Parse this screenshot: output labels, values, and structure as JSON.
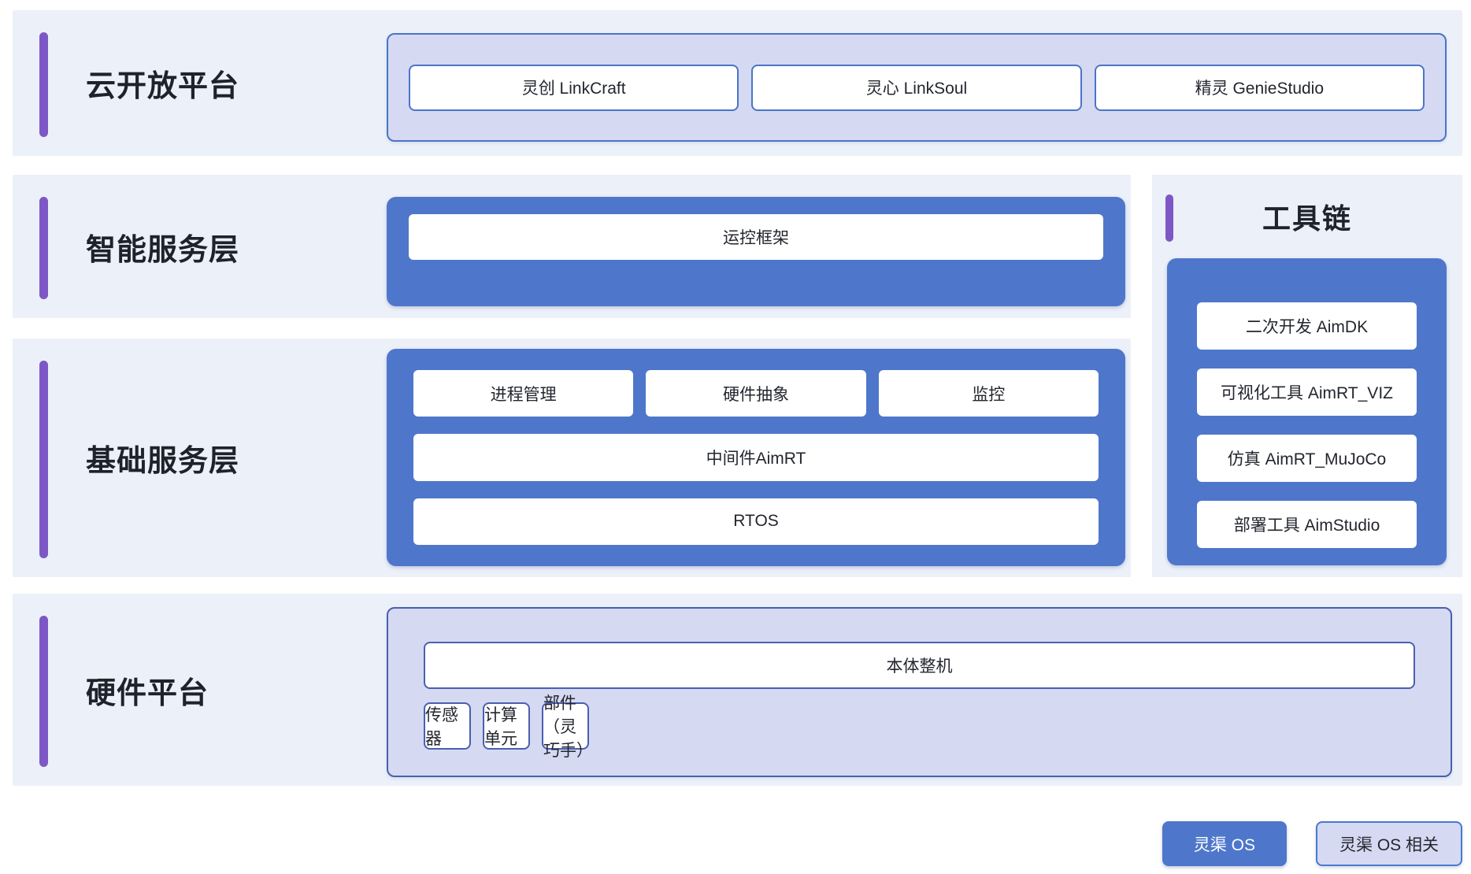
{
  "colors": {
    "panel_bg": "#ECF0F9",
    "accent_purple": "#7E57C6",
    "solid_blue": "#4E77CB",
    "lavender": "#D5DAF2",
    "border_blue": "#4A74C9",
    "border_indigo": "#4B5FAF"
  },
  "sections": {
    "cloud": {
      "title": "云开放平台",
      "items": [
        "灵创 LinkCraft",
        "灵心 LinkSoul",
        "精灵 GenieStudio"
      ]
    },
    "intelligent": {
      "title": "智能服务层",
      "items": [
        "运控框架"
      ]
    },
    "foundation": {
      "title": "基础服务层",
      "row1": [
        "进程管理",
        "硬件抽象",
        "监控"
      ],
      "row2": "中间件AimRT",
      "row3": "RTOS"
    },
    "toolchain": {
      "title": "工具链",
      "items": [
        "二次开发 AimDK",
        "可视化工具 AimRT_VIZ",
        "仿真 AimRT_MuJoCo",
        "部署工具 AimStudio"
      ]
    },
    "hardware": {
      "title": "硬件平台",
      "full_row": "本体整机",
      "row": [
        "传感器",
        "计算单元",
        "部件（灵巧手）"
      ]
    }
  },
  "legend": {
    "os": "灵渠 OS",
    "related": "灵渠 OS 相关"
  }
}
